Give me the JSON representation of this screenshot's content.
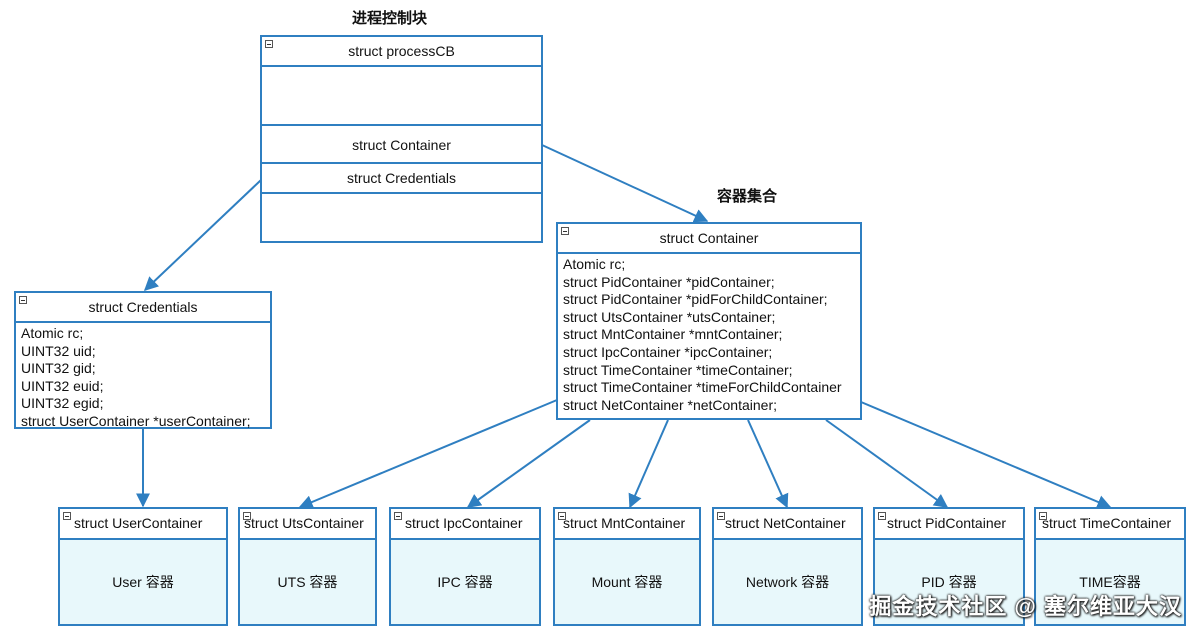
{
  "titles": {
    "pcb": "进程控制块",
    "containers": "容器集合"
  },
  "process_cb": {
    "header": "struct processCB",
    "container_row": "struct Container",
    "credentials_row": "struct Credentials"
  },
  "container": {
    "header": "struct Container",
    "fields": [
      "Atomic   rc;",
      "struct PidContainer *pidContainer;",
      "struct PidContainer *pidForChildContainer;",
      "struct UtsContainer *utsContainer;",
      "struct MntContainer *mntContainer;",
      "struct IpcContainer *ipcContainer;",
      "struct TimeContainer *timeContainer;",
      "struct TimeContainer *timeForChildContainer",
      "struct NetContainer *netContainer;"
    ]
  },
  "credentials": {
    "header": "struct Credentials",
    "fields": [
      "Atomic rc;",
      "UINT32 uid;",
      "UINT32 gid;",
      "UINT32 euid;",
      "UINT32 egid;",
      "struct UserContainer *userContainer;"
    ]
  },
  "leaf_containers": [
    {
      "header": "struct UserContainer",
      "label": "User 容器"
    },
    {
      "header": "struct UtsContainer",
      "label": "UTS 容器"
    },
    {
      "header": "struct IpcContainer",
      "label": "IPC 容器"
    },
    {
      "header": "struct MntContainer",
      "label": "Mount 容器"
    },
    {
      "header": "struct NetContainer",
      "label": "Network 容器"
    },
    {
      "header": "struct PidContainer",
      "label": "PID 容器"
    },
    {
      "header": "struct TimeContainer",
      "label": "TIME容器"
    }
  ],
  "watermark": "掘金技术社区 @ 塞尔维亚大汉",
  "colors": {
    "line": "#2f7fc1",
    "leaf_fill": "#e8f8fb"
  }
}
